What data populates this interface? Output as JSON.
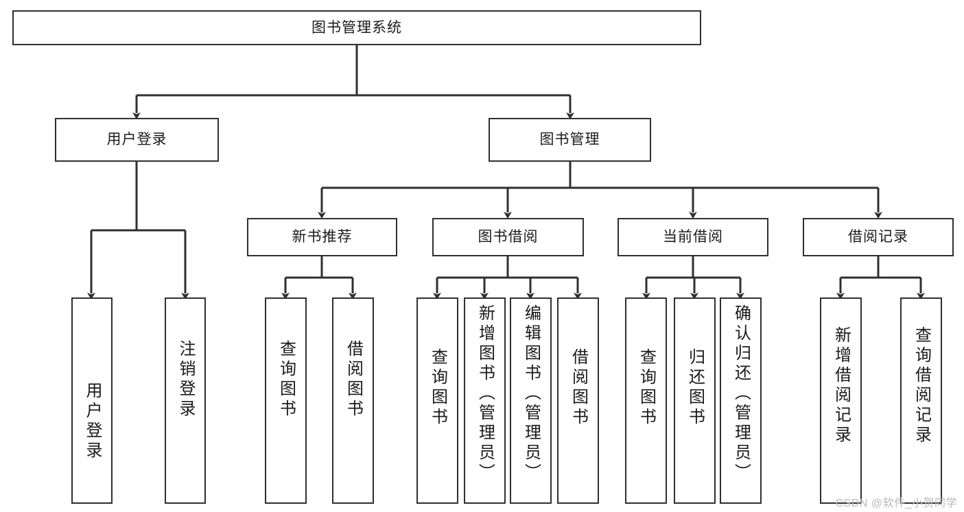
{
  "diagram": {
    "title": "图书管理系统",
    "type": "tree",
    "watermark": "CSDN @软件_小贺同学",
    "colors": {
      "box_border": "#2f2f2f",
      "box_fill": "#ffffff",
      "connector": "#2f2f2f",
      "text": "#1a1a1a",
      "watermark": "#b9b9b9"
    },
    "nodes": {
      "root": {
        "label": "图书管理系统"
      },
      "level2": [
        {
          "id": "user-login",
          "label": "用户登录"
        },
        {
          "id": "book-manage",
          "label": "图书管理"
        }
      ],
      "level3": [
        {
          "id": "new-book-rec",
          "label": "新书推荐"
        },
        {
          "id": "book-borrow",
          "label": "图书借阅"
        },
        {
          "id": "current-borrow",
          "label": "当前借阅"
        },
        {
          "id": "borrow-record",
          "label": "借阅记录"
        }
      ],
      "leaves": [
        {
          "id": "leaf-user-login",
          "label": "用户登录",
          "parent": "user-login"
        },
        {
          "id": "leaf-logout",
          "label": "注销登录",
          "parent": "user-login"
        },
        {
          "id": "leaf-query-book-1",
          "label": "查询图书",
          "parent": "new-book-rec"
        },
        {
          "id": "leaf-borrow-book-1",
          "label": "借阅图书",
          "parent": "new-book-rec"
        },
        {
          "id": "leaf-query-book-2",
          "label": "查询图书",
          "parent": "book-borrow"
        },
        {
          "id": "leaf-add-book",
          "label": "新增图书（管理员）",
          "parent": "book-borrow"
        },
        {
          "id": "leaf-edit-book",
          "label": "编辑图书（管理员）",
          "parent": "book-borrow"
        },
        {
          "id": "leaf-borrow-book-2",
          "label": "借阅图书",
          "parent": "book-borrow"
        },
        {
          "id": "leaf-query-book-3",
          "label": "查询图书",
          "parent": "current-borrow"
        },
        {
          "id": "leaf-return-book",
          "label": "归还图书",
          "parent": "current-borrow"
        },
        {
          "id": "leaf-confirm-return",
          "label": "确认归还（管理员）",
          "parent": "current-borrow"
        },
        {
          "id": "leaf-add-record",
          "label": "新增借阅记录",
          "parent": "borrow-record"
        },
        {
          "id": "leaf-query-record",
          "label": "查询借阅记录",
          "parent": "borrow-record"
        }
      ]
    }
  }
}
